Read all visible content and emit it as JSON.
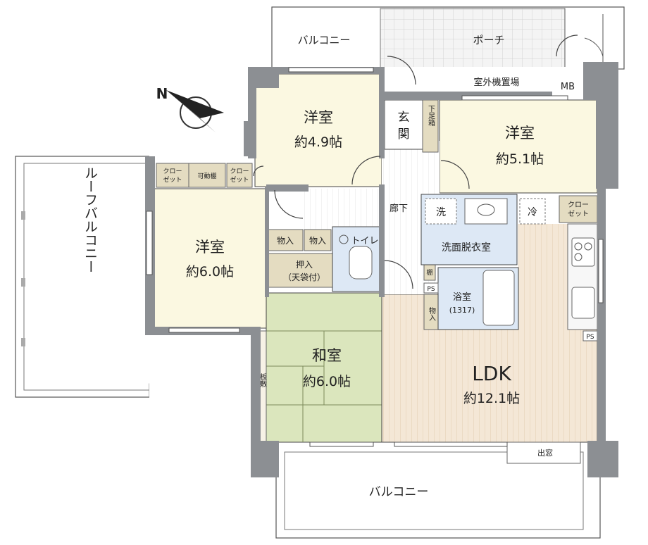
{
  "rooms": {
    "western_a": {
      "name": "洋室",
      "size": "約4.9帖"
    },
    "western_b": {
      "name": "洋室",
      "size": "約5.1帖"
    },
    "western_c": {
      "name": "洋室",
      "size": "約6.0帖"
    },
    "japanese": {
      "name": "和室",
      "size": "約6.0帖"
    },
    "ldk": {
      "name": "LDK",
      "size": "約12.1帖"
    }
  },
  "labels": {
    "balcony_top": "バルコニー",
    "porch": "ポーチ",
    "outdoor_unit": "室外機置場",
    "mb": "MB",
    "entrance_1": "玄",
    "entrance_2": "関",
    "shoe_box": "下足箱",
    "corridor": "廊下",
    "closet_1_a": "クロー",
    "closet_1_b": "ゼット",
    "movable_shelf": "可動棚",
    "closet_2_a": "クロー",
    "closet_2_b": "ゼット",
    "closet_3_a": "クロー",
    "closet_3_b": "ゼット",
    "storage_1": "物入",
    "storage_2": "物入",
    "toilet": "トイレ",
    "oshiire_1": "押入",
    "oshiire_2": "（天袋付）",
    "washer": "洗",
    "fridge": "冷",
    "washroom": "洗面脱衣室",
    "shelf": "棚",
    "ps_1": "PS",
    "ps_2": "PS",
    "bath_1": "浴室",
    "bath_2": "(1317)",
    "storage_3": "物入",
    "itajiki": "板敷",
    "roof_balcony": "ルーフバルコニー",
    "bay_window": "出窓",
    "balcony_bottom": "バルコニー",
    "compass": "N"
  },
  "colors": {
    "wall": "#8c8f93",
    "western_room": "#fbf8e1",
    "japanese_room": "#dbe6bd",
    "ldk_floor": "#f4e7d6",
    "closet": "#e4dcc1",
    "wet_area": "#dde8f5",
    "balcony": "#ffffff"
  }
}
